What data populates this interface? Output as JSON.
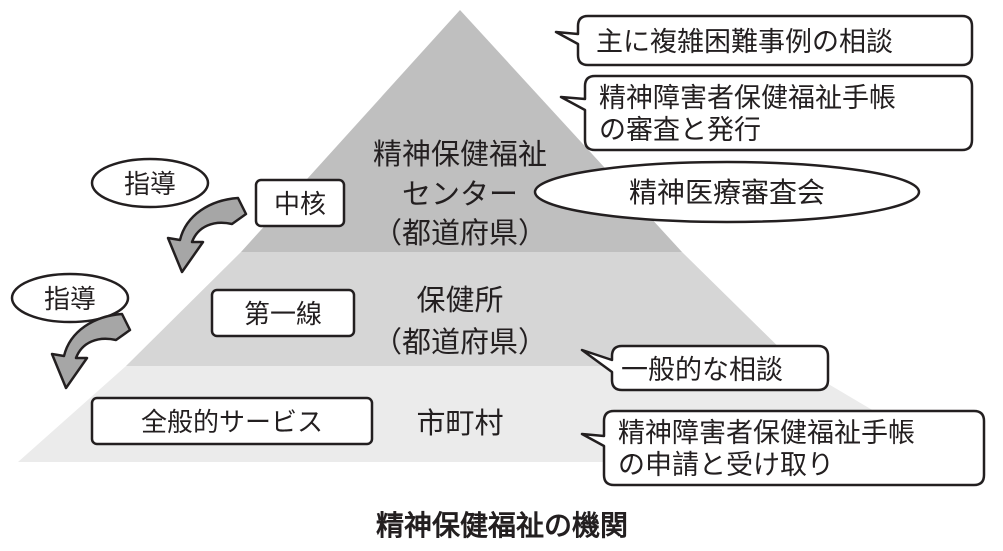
{
  "tiers": {
    "center": {
      "role_label": "中核",
      "name_line1": "精神保健福祉",
      "name_line2": "センター",
      "name_line3": "（都道府県）",
      "ellipse_label": "精神医療審査会"
    },
    "health_center": {
      "role_label": "第一線",
      "name_line1": "保健所",
      "name_line2": "（都道府県）"
    },
    "municipality": {
      "role_label": "全般的サービス",
      "name_line1": "市町村"
    }
  },
  "guidance": [
    "指導",
    "指導"
  ],
  "callouts": {
    "difficult_cases": "主に複雑困難事例の相談",
    "review_line1": "精神障害者保健福祉手帳",
    "review_line2": "の審査と発行",
    "general": "一般的な相談",
    "apply_line1": "精神障害者保健福祉手帳",
    "apply_line2": "の申請と受け取り"
  },
  "caption": "精神保健福祉の機関",
  "colors": {
    "top_tier": "#bfbfbf",
    "middle_tier": "#d6d6d6",
    "bottom_tier": "#ebebeb",
    "arrow_fill": "#a6a6a6",
    "ink": "#231f20"
  }
}
